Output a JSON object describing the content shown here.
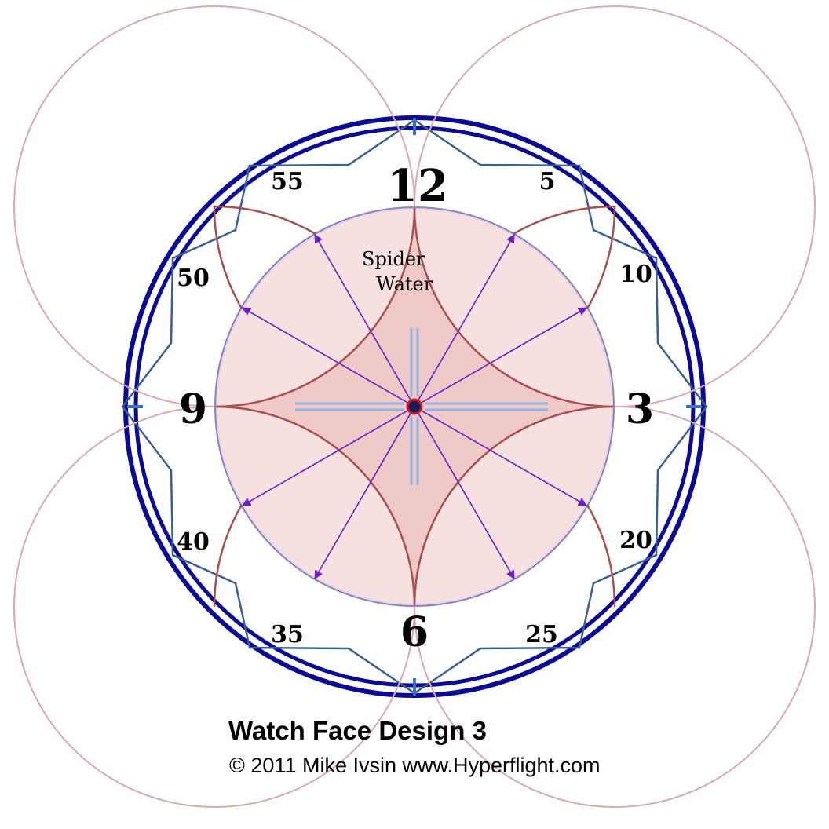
{
  "dial": {
    "hour_labels": [
      "12",
      "3",
      "6",
      "9"
    ],
    "minute_labels": [
      "5",
      "10",
      "20",
      "25",
      "35",
      "40",
      "50",
      "55"
    ],
    "brand_line1": "Spider",
    "brand_line2": "Water"
  },
  "caption": {
    "title": "Watch Face Design 3",
    "copyright": "© 2011 Mike Ivsin www.Hyperflight.com"
  },
  "colors": {
    "outer_ring": "#0a0a96",
    "star_outline": "#3a5f92",
    "inner_disk": "#efc8c8",
    "inner_disk_border": "#8484c8",
    "petal_fill": "#f8e4e4",
    "petal_arc": "#a85050",
    "pointer_arrows": "#6a1ec8",
    "tick_marks": "#3a72c0"
  }
}
